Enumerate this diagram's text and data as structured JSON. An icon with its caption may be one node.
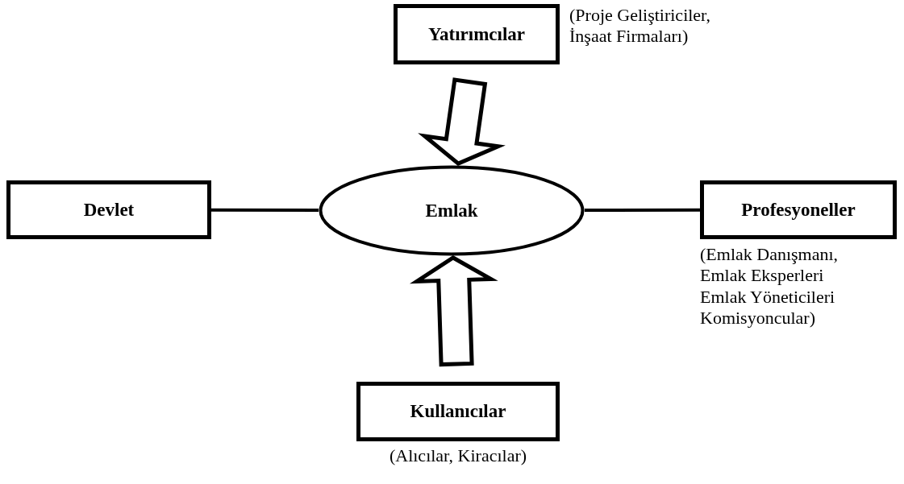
{
  "diagram": {
    "nodes": [
      {
        "text": [
          "Yatırımcılar"
        ],
        "beside": [
          "(Proje Geliştiriciler, İnşaat Firmaları)"
        ]
      },
      {
        "text": [
          "Devlet"
        ]
      },
      {
        "text": [
          "Emlak"
        ]
      },
      {
        "text": [
          "Profesyoneller"
        ],
        "beside": [
          "(Emlak Danışmanı, Emlak Eksperleri Emlak Yöneticileri Komisyoncular)"
        ]
      },
      {
        "text": [
          "Kullanıcılar"
        ],
        "beside": [
          "(Alıcılar, Kiracılar)"
        ]
      }
    ],
    "edges": [
      {
        "from": 0,
        "to": 2,
        "arrow": "to",
        "style": "thick"
      },
      {
        "from": 1,
        "to": 2,
        "arrow": "none"
      },
      {
        "from": 2,
        "to": 3,
        "arrow": "none"
      },
      {
        "from": 4,
        "to": 2,
        "arrow": "to",
        "style": "thick"
      }
    ]
  }
}
